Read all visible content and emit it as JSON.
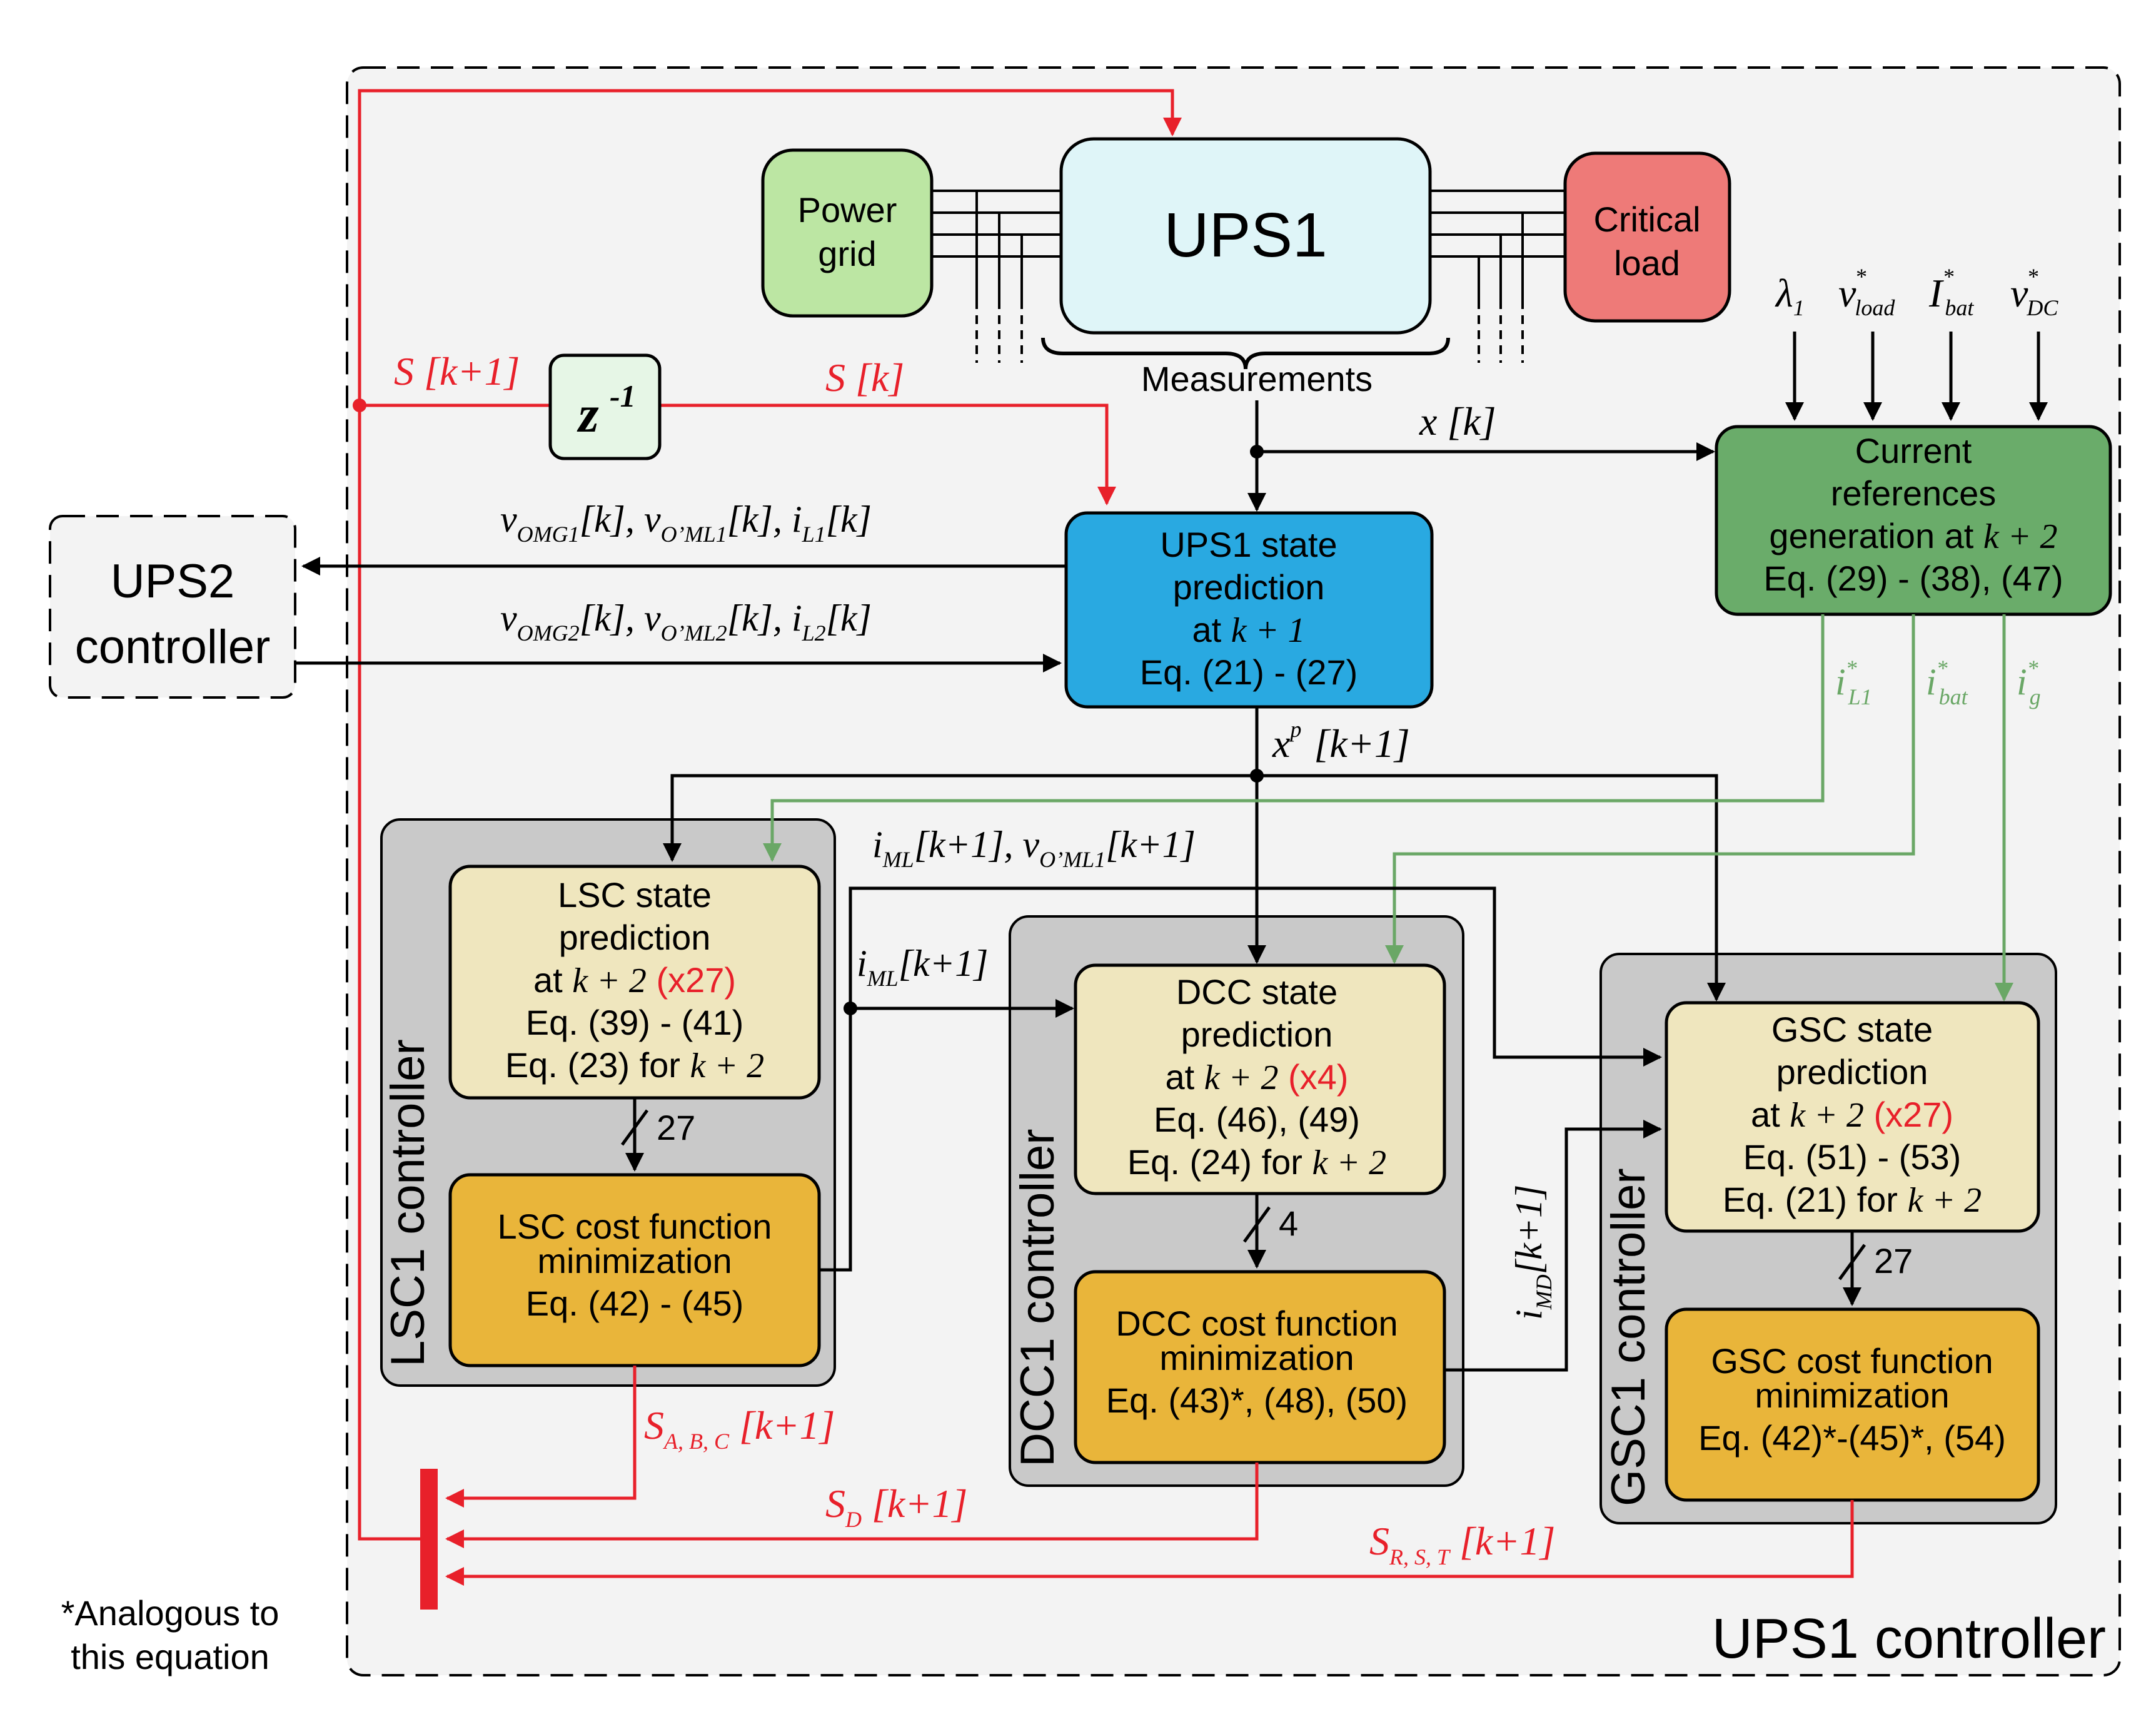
{
  "outer_label": "UPS1 controller",
  "footnote": [
    "*Analogous to",
    "this equation"
  ],
  "ups2": [
    "UPS2",
    "controller"
  ],
  "power_grid": [
    "Power",
    "grid"
  ],
  "ups1": "UPS1",
  "critical_load": [
    "Critical",
    "load"
  ],
  "measurements": "Measurements",
  "delay": "z",
  "delay_sup": "-1",
  "s_k1": "S [k+1]",
  "s_k": "S [k]",
  "x_k": "x [k]",
  "xp_k1": "[k+1]",
  "xp_sym": "x",
  "xp_sup": "p",
  "refs": {
    "lambda": "λ",
    "lambda_sub": "1",
    "v_load": "v",
    "v_load_sub": "load",
    "i_bat": "I",
    "i_bat_sub": "bat",
    "v_dc": "v",
    "v_dc_sub": "DC",
    "star": "*"
  },
  "ups1_pred": {
    "l1": "UPS1 state",
    "l2": "prediction",
    "l3": "at",
    "l3i": "k + 1",
    "l4": "Eq. (21) - (27)"
  },
  "curref": {
    "l1": "Current",
    "l2": "references",
    "l3": "generation at",
    "l3i": "k + 2",
    "l4": "Eq. (29) - (38), (47)"
  },
  "sig_out": {
    "a": "v",
    "a_sub": "OMG1",
    "b": "[k], ",
    "c": "v",
    "c_sub": "O’ML1",
    "d": "[k], ",
    "e": "i",
    "e_sub": "L1",
    "f": "[k]"
  },
  "sig_in": {
    "a": "v",
    "a_sub": "OMG2",
    "b": "[k], ",
    "c": "v",
    "c_sub": "O’ML2",
    "d": "[k], ",
    "e": "i",
    "e_sub": "L2",
    "f": "[k]"
  },
  "green_refs": {
    "il1": "i",
    "il1_sub": "L1",
    "ibat": "i",
    "ibat_sub": "bat",
    "ig": "i",
    "ig_sub": "g",
    "star": "*"
  },
  "lsc": {
    "controller": "LSC1 controller",
    "pred": {
      "l1": "LSC state",
      "l2": "prediction",
      "l3": "at",
      "l3i": "k + 2",
      "l3r": "(x27)",
      "l4": "Eq. (39) - (41)",
      "l5": "Eq. (23) for",
      "l5i": "k + 2"
    },
    "count": "27",
    "cost": {
      "l1": "LSC cost function",
      "l2": "minimization",
      "l3": "Eq. (42) - (45)"
    }
  },
  "dcc": {
    "controller": "DCC1 controller",
    "pred": {
      "l1": "DCC state",
      "l2": "prediction",
      "l3": "at",
      "l3i": "k + 2",
      "l3r": "(x4)",
      "l4": "Eq. (46), (49)",
      "l5": "Eq. (24) for",
      "l5i": "k + 2"
    },
    "count": "4",
    "cost": {
      "l1": "DCC cost function",
      "l2": "minimization",
      "l3": "Eq. (43)*, (48), (50)"
    }
  },
  "gsc": {
    "controller": "GSC1 controller",
    "pred": {
      "l1": "GSC state",
      "l2": "prediction",
      "l3": "at",
      "l3i": "k + 2",
      "l3r": "(x27)",
      "l4": "Eq. (51) - (53)",
      "l5": "Eq. (21) for",
      "l5i": "k + 2"
    },
    "count": "27",
    "cost": {
      "l1": "GSC cost function",
      "l2": "minimization",
      "l3": "Eq. (42)*-(45)*, (54)"
    }
  },
  "iml_vo": {
    "a": "i",
    "a_sub": "ML",
    "b": "[k+1], ",
    "c": "v",
    "c_sub": "O’ML1",
    "d": "[k+1]"
  },
  "iml": {
    "a": "i",
    "a_sub": "ML",
    "b": "[k+1]"
  },
  "imd": {
    "a": "i",
    "a_sub": "MD",
    "b": "[k+1]"
  },
  "s_abc": {
    "a": "S",
    "a_sub": "A, B, C",
    "b": " [k+1]"
  },
  "s_d": {
    "a": "S",
    "a_sub": "D",
    "b": " [k+1]"
  },
  "s_rst": {
    "a": "S",
    "a_sub": "R, S, T",
    "b": " [k+1]"
  },
  "colors": {
    "red": "#e8202a",
    "green_signal": "#6aa766",
    "power_grid": "#bce6a3",
    "ups1": "#dff5f8",
    "critical_load": "#ee7a78",
    "blue": "#29a9e1",
    "dark_green": "#6aac6a",
    "cream": "#efe6be",
    "orange": "#e9b53a",
    "panel": "#c9c9c9"
  }
}
